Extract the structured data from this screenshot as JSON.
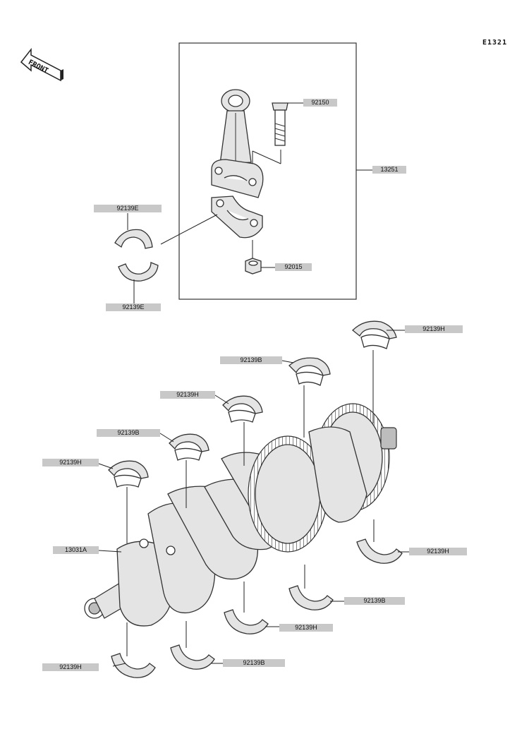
{
  "diagram_code": "E1321",
  "front_label": "FRONT",
  "labels": {
    "bolt": "92150",
    "conrod_assembly": "13251",
    "conrod_bearing_upper": "92139E",
    "conrod_bearing_lower": "92139E",
    "nut": "92015",
    "bearing_h_top_right": "92139H",
    "bearing_b_top_mid": "92139B",
    "bearing_h_mid": "92139H",
    "bearing_b_left": "92139B",
    "bearing_h_left": "92139H",
    "crankshaft": "13031A",
    "bearing_h_right_lower": "92139H",
    "bearing_b_lower_mid": "92139B",
    "bearing_h_lower_mid": "92139H",
    "bearing_h_bottom_left": "92139H",
    "bearing_b_bottom_mid": "92139B"
  }
}
